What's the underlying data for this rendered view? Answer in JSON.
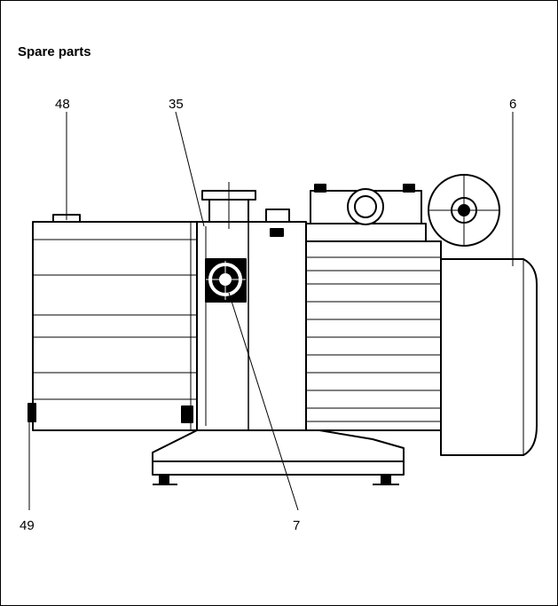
{
  "page": {
    "title": "Spare parts"
  },
  "callouts": {
    "c48": "48",
    "c35": "35",
    "c6": "6",
    "c49": "49",
    "c7": "7"
  }
}
